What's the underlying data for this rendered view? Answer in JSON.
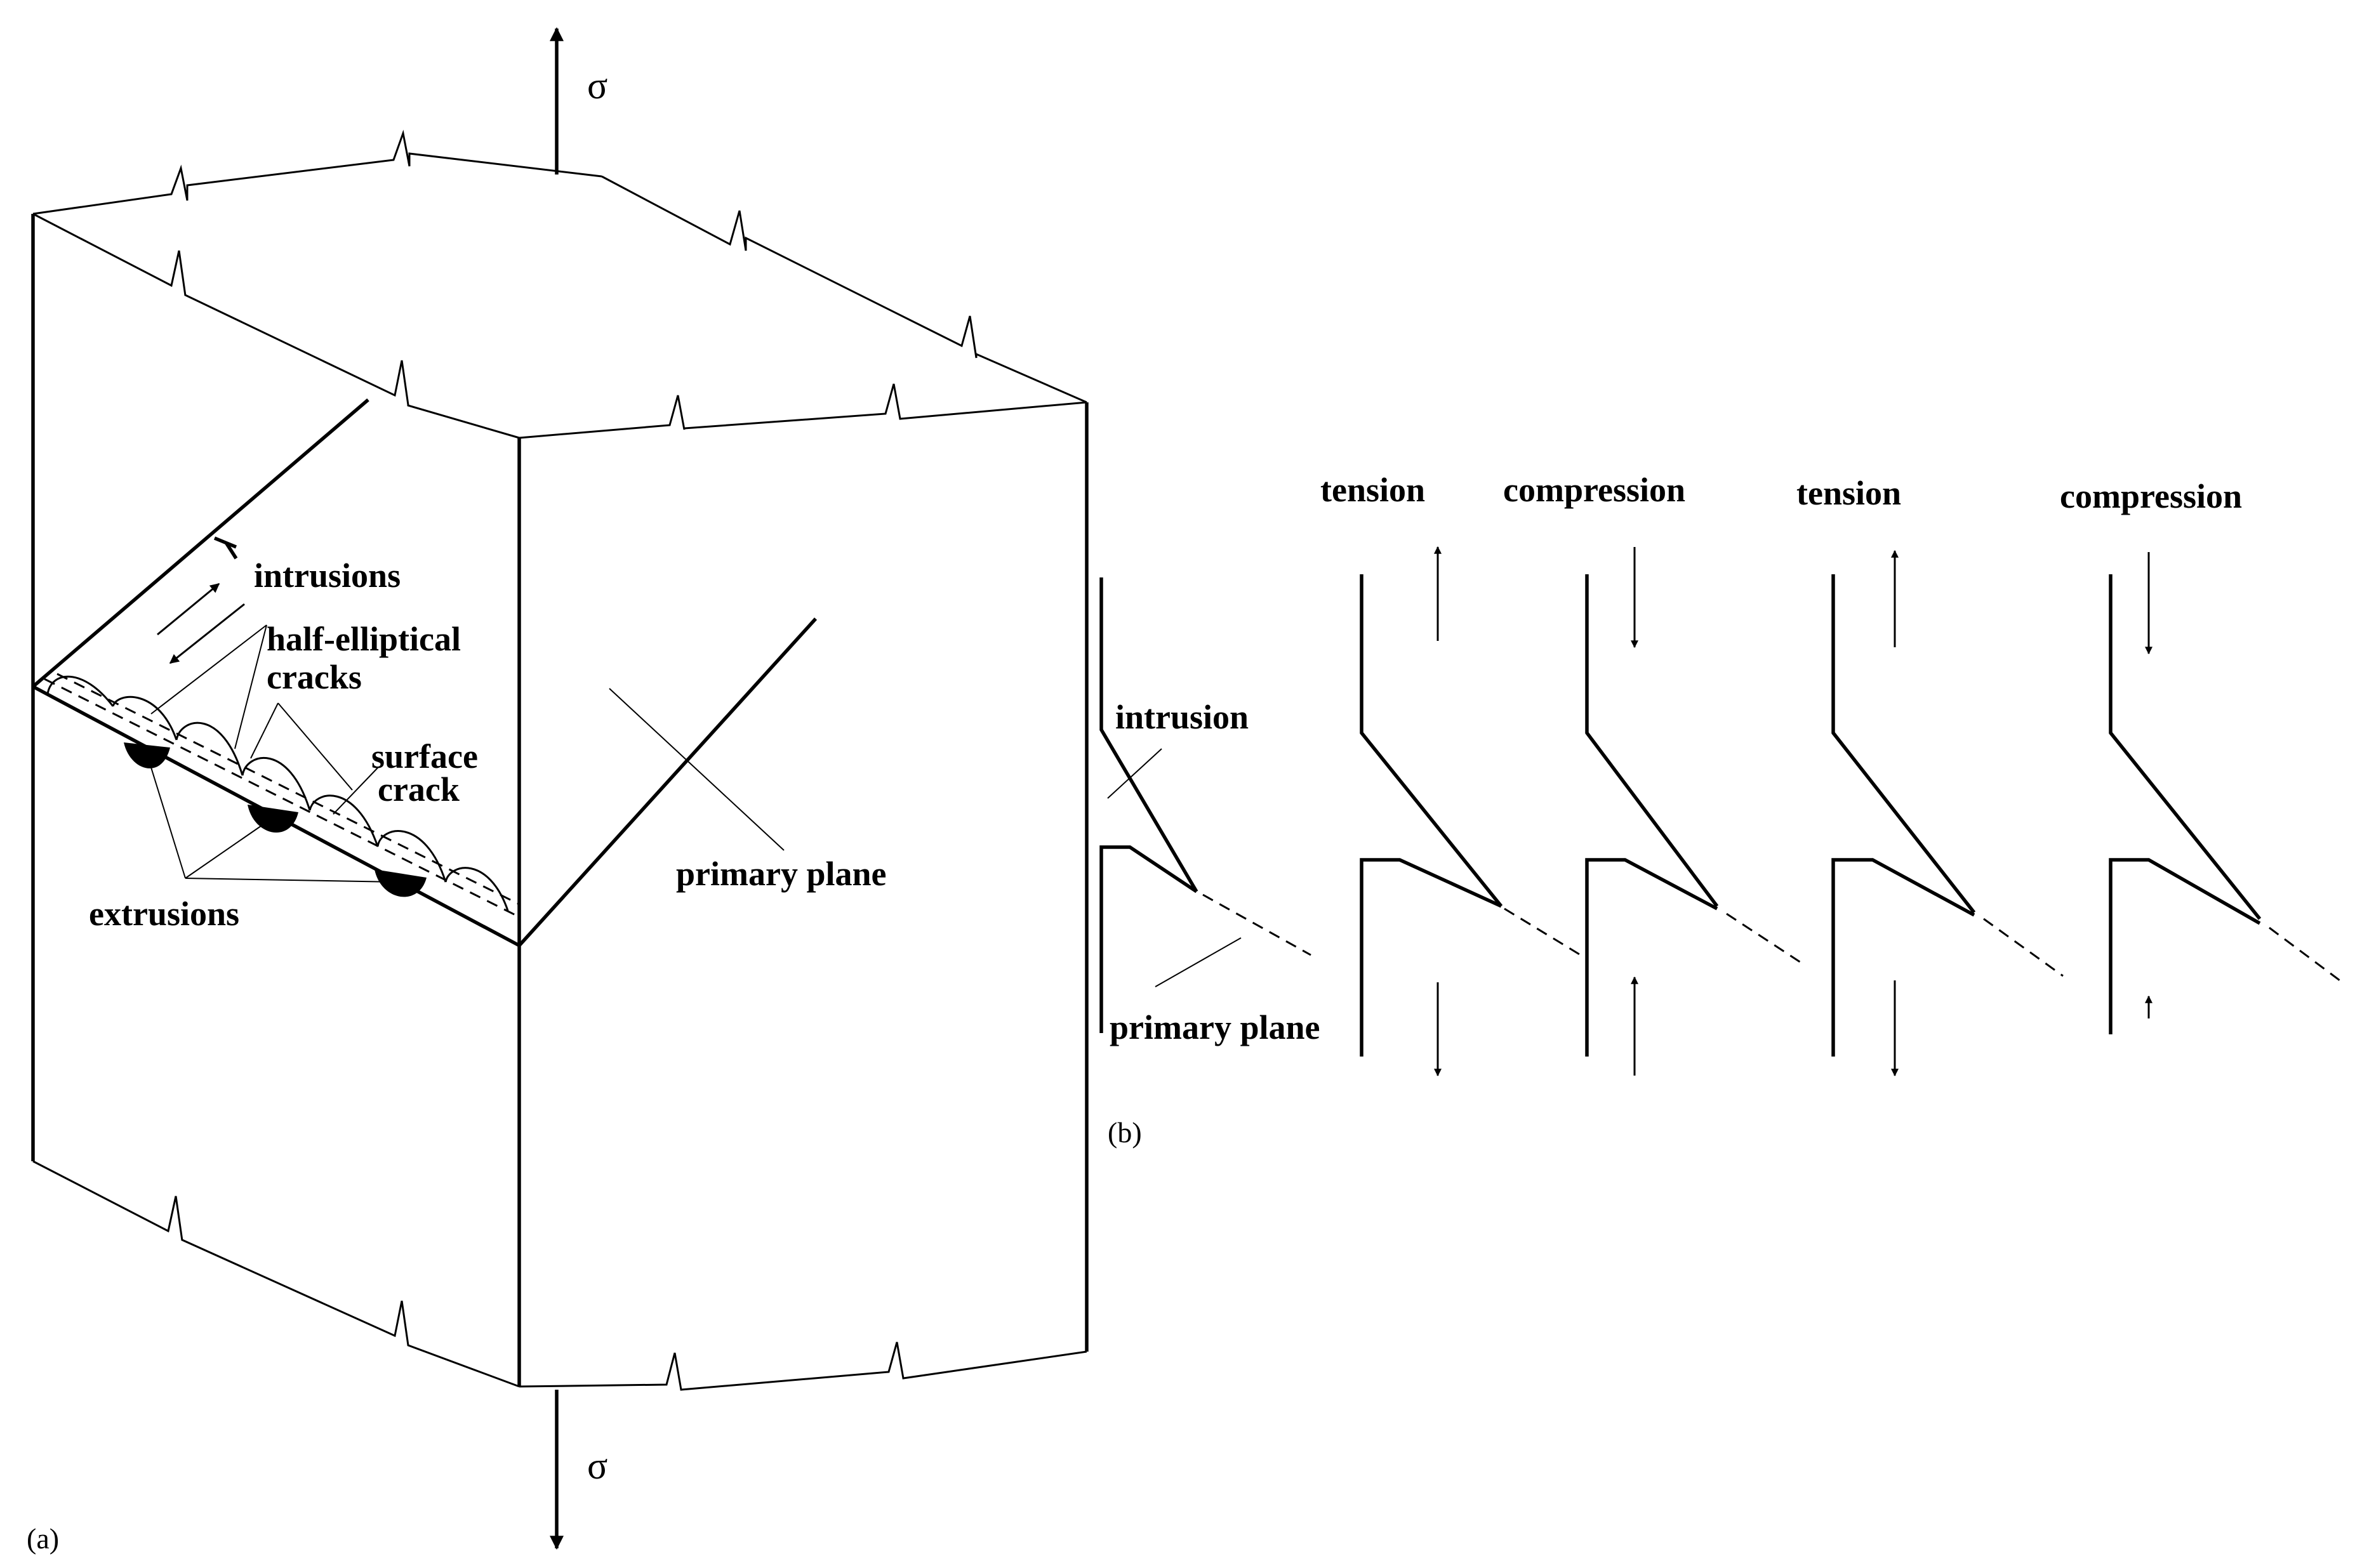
{
  "panel_a": {
    "panel_label": "(a)",
    "stress_top": "σ",
    "stress_bottom": "σ",
    "labels": {
      "intrusions": "intrusions",
      "half_elliptical_line1": "half-elliptical",
      "half_elliptical_line2": "cracks",
      "surface_crack_line1": "surface",
      "surface_crack_line2": "crack",
      "extrusions": "extrusions",
      "primary_plane": "primary plane"
    }
  },
  "panel_b": {
    "panel_label": "(b)",
    "intrusion": "intrusion",
    "primary_plane": "primary plane",
    "states": [
      {
        "label": "tension"
      },
      {
        "label": "compression"
      },
      {
        "label": "tension"
      },
      {
        "label": "compression"
      }
    ]
  }
}
